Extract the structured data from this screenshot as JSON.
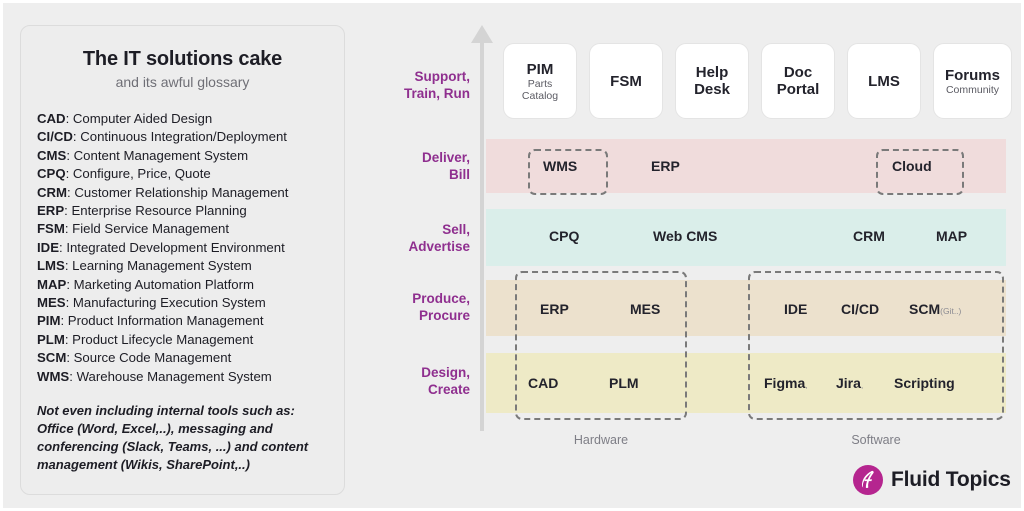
{
  "glossary": {
    "title": "The IT solutions cake",
    "subtitle": "and its awful glossary",
    "entries": [
      {
        "abbr": "CAD",
        "definition": "Computer Aided Design"
      },
      {
        "abbr": "CI/CD",
        "definition": "Continuous Integration/Deployment"
      },
      {
        "abbr": "CMS",
        "definition": "Content Management System"
      },
      {
        "abbr": "CPQ",
        "definition": "Configure, Price, Quote"
      },
      {
        "abbr": "CRM",
        "definition": "Customer Relationship Management"
      },
      {
        "abbr": "ERP",
        "definition": "Enterprise Resource Planning"
      },
      {
        "abbr": "FSM",
        "definition": "Field Service Management"
      },
      {
        "abbr": "IDE",
        "definition": "Integrated Development Environment"
      },
      {
        "abbr": "LMS",
        "definition": "Learning Management System"
      },
      {
        "abbr": "MAP",
        "definition": "Marketing Automation Platform"
      },
      {
        "abbr": "MES",
        "definition": "Manufacturing Execution System"
      },
      {
        "abbr": "PIM",
        "definition": "Product Information Management"
      },
      {
        "abbr": "PLM",
        "definition": "Product Lifecycle Management"
      },
      {
        "abbr": "SCM",
        "definition": "Source Code Management"
      },
      {
        "abbr": "WMS",
        "definition": "Warehouse Management System"
      }
    ],
    "note": "Not even including internal tools such as: Office (Word, Excel,..), messaging and conferencing (Slack, Teams, ...) and content management (Wikis, SharePoint,..)"
  },
  "chart": {
    "axis_direction": "up",
    "accent_color": "#8f2f8f",
    "stages": [
      {
        "id": "support",
        "line1": "Support,",
        "line2": "Train, Run",
        "band_color": "none"
      },
      {
        "id": "deliver",
        "line1": "Deliver,",
        "line2": "Bill",
        "band_color": "#f0dcdc"
      },
      {
        "id": "sell",
        "line1": "Sell,",
        "line2": "Advertise",
        "band_color": "#daeeea"
      },
      {
        "id": "produce",
        "line1": "Produce,",
        "line2": "Procure",
        "band_color": "#ece1cd"
      },
      {
        "id": "design",
        "line1": "Design,",
        "line2": "Create",
        "band_color": "#eeeac6"
      }
    ],
    "top_cards": [
      {
        "main": "PIM",
        "sub1": "Parts",
        "sub2": "Catalog"
      },
      {
        "main": "FSM",
        "sub1": "",
        "sub2": ""
      },
      {
        "main": "Help",
        "main2": "Desk",
        "sub1": "",
        "sub2": ""
      },
      {
        "main": "Doc",
        "main2": "Portal",
        "sub1": "",
        "sub2": ""
      },
      {
        "main": "LMS",
        "sub1": "",
        "sub2": ""
      },
      {
        "main": "Forums",
        "sub1": "Community",
        "sub2": ""
      }
    ],
    "items": {
      "deliver": [
        {
          "label": "WMS",
          "boxed": true
        },
        {
          "label": "ERP",
          "boxed": false
        },
        {
          "label": "Cloud",
          "boxed": true
        }
      ],
      "sell": [
        {
          "label": "CPQ"
        },
        {
          "label": "Web CMS"
        },
        {
          "label": "CRM"
        },
        {
          "label": "MAP"
        }
      ],
      "produce": [
        {
          "label": "ERP"
        },
        {
          "label": "MES"
        },
        {
          "label": "IDE"
        },
        {
          "label": "CI/CD"
        },
        {
          "label": "SCM",
          "suffix": "(Git..)"
        }
      ],
      "design": [
        {
          "label": "CAD"
        },
        {
          "label": "PLM"
        },
        {
          "label": "Figma",
          "suffix": ","
        },
        {
          "label": "Jira",
          "suffix": ","
        },
        {
          "label": "Scripting"
        }
      ]
    },
    "group_captions": [
      {
        "label": "Hardware"
      },
      {
        "label": "Software"
      }
    ]
  },
  "brand": {
    "name": "Fluid Topics",
    "mark": "fluid-topics-logo-icon",
    "color": "#b5258f"
  }
}
